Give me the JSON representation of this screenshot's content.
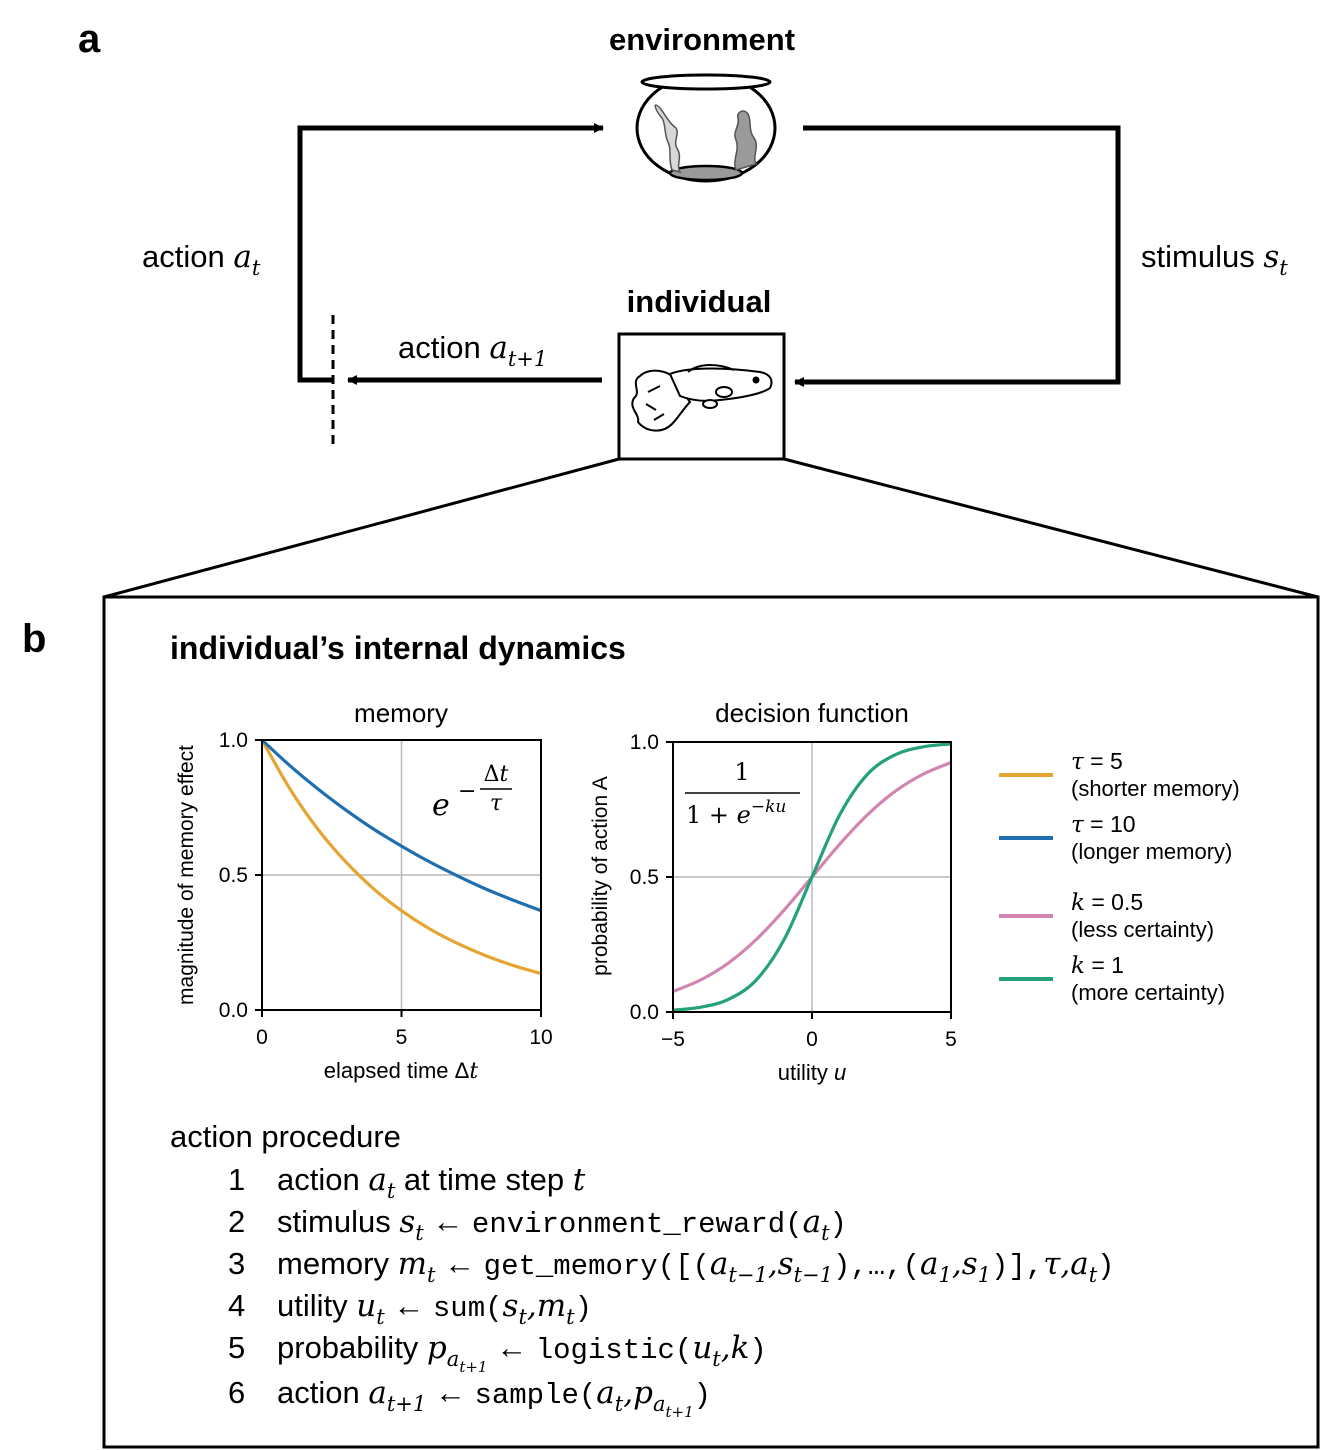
{
  "panel_a": {
    "letter": "a",
    "environment_label": "environment",
    "individual_label": "individual",
    "left_label_word": "action",
    "left_label_var": "a",
    "left_label_sub": "t",
    "right_label_word": "stimulus",
    "right_label_var": "s",
    "right_label_sub": "t",
    "next_label_word": "action",
    "next_label_var": "a",
    "next_label_sub": "t+1"
  },
  "panel_b": {
    "letter": "b",
    "title": "individual’s internal dynamics"
  },
  "chart_data": [
    {
      "type": "line",
      "title": "memory",
      "xlabel_text": "elapsed time ",
      "xlabel_sym": "Δ",
      "xlabel_var": "t",
      "ylabel": "magnitude of memory effect",
      "xlim": [
        0,
        10
      ],
      "ylim": [
        0,
        1
      ],
      "xticks": [
        "0",
        "5",
        "10"
      ],
      "yticks": [
        "0.0",
        "0.5",
        "1.0"
      ],
      "grid": "at 5 and 0.5",
      "formula": "e^(−Δt/τ)",
      "series": [
        {
          "name": "τ = 5 (shorter memory)",
          "color": "#E6A532",
          "x": [
            0,
            1,
            2,
            3,
            4,
            5,
            6,
            7,
            8,
            9,
            10
          ],
          "y": [
            1.0,
            0.819,
            0.67,
            0.549,
            0.449,
            0.368,
            0.301,
            0.247,
            0.202,
            0.165,
            0.135
          ]
        },
        {
          "name": "τ = 10 (longer memory)",
          "color": "#1F6FB0",
          "x": [
            0,
            1,
            2,
            3,
            4,
            5,
            6,
            7,
            8,
            9,
            10
          ],
          "y": [
            1.0,
            0.905,
            0.819,
            0.741,
            0.67,
            0.607,
            0.549,
            0.497,
            0.449,
            0.407,
            0.368
          ]
        }
      ]
    },
    {
      "type": "line",
      "title": "decision function",
      "xlabel_text": "utility ",
      "xlabel_var": "u",
      "ylabel": "probability of action A",
      "xlim": [
        -5,
        5
      ],
      "ylim": [
        0,
        1
      ],
      "xticks": [
        "−5",
        "0",
        "5"
      ],
      "yticks": [
        "0.0",
        "0.5",
        "1.0"
      ],
      "grid": "at 0 and 0.5",
      "formula": "1 / (1 + e^(−ku))",
      "series": [
        {
          "name": "k = 0.5 (less certainty)",
          "color": "#D185B0",
          "x": [
            -5,
            -4,
            -3,
            -2,
            -1,
            0,
            1,
            2,
            3,
            4,
            5
          ],
          "y": [
            0.076,
            0.119,
            0.182,
            0.269,
            0.378,
            0.5,
            0.622,
            0.731,
            0.818,
            0.881,
            0.924
          ]
        },
        {
          "name": "k = 1 (more certainty)",
          "color": "#24A07A",
          "x": [
            -5,
            -4,
            -3,
            -2,
            -1,
            0,
            1,
            2,
            3,
            4,
            5
          ],
          "y": [
            0.007,
            0.018,
            0.047,
            0.119,
            0.269,
            0.5,
            0.731,
            0.881,
            0.953,
            0.982,
            0.993
          ]
        }
      ]
    }
  ],
  "legend": [
    {
      "sym": "τ",
      "val": "= 5",
      "desc": "(shorter memory)",
      "color": "#E6A532"
    },
    {
      "sym": "τ",
      "val": "= 10",
      "desc": "(longer memory)",
      "color": "#1F6FB0"
    },
    {
      "sym": "k",
      "val": "= 0.5",
      "desc": "(less certainty)",
      "color": "#D185B0"
    },
    {
      "sym": "k",
      "val": "= 1",
      "desc": "(more certainty)",
      "color": "#24A07A"
    }
  ],
  "procedure": {
    "title": "action procedure",
    "steps": [
      {
        "num": "1",
        "text": "action a_t at time step t"
      },
      {
        "num": "2",
        "text": "stimulus s_t ← environment_reward(a_t)"
      },
      {
        "num": "3",
        "text": "memory m_t ← get_memory([(a_t−1,s_t−1),…,(a_1,s_1)],τ,a_t)"
      },
      {
        "num": "4",
        "text": "utility u_t ← sum(s_t,m_t)"
      },
      {
        "num": "5",
        "text": "probability p_a_t+1 ← logistic(u_t,k)"
      },
      {
        "num": "6",
        "text": "action a_t+1 ← sample(a_t,p_a_t+1)"
      }
    ]
  }
}
